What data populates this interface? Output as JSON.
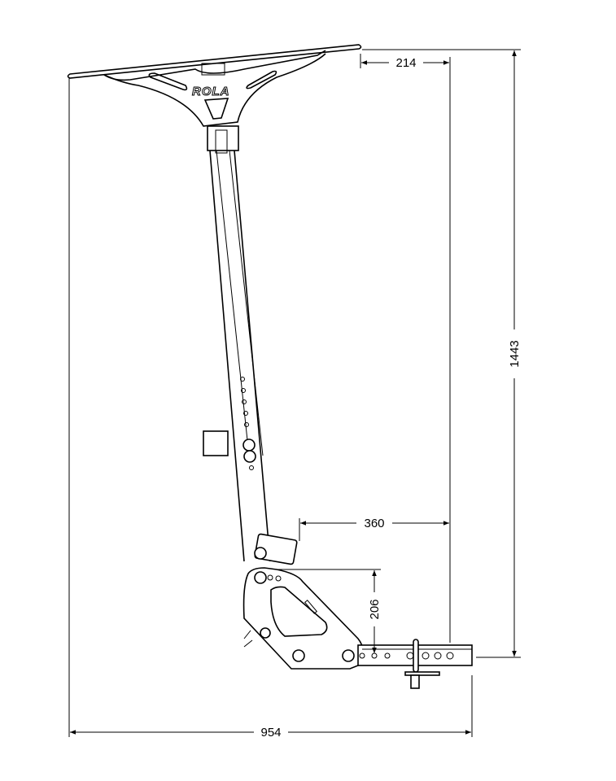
{
  "logo": "ROLA",
  "dimensions": {
    "overall_width": "954",
    "overall_height": "1443",
    "top_offset": "214",
    "mid_offset": "360",
    "bracket_height": "206"
  }
}
